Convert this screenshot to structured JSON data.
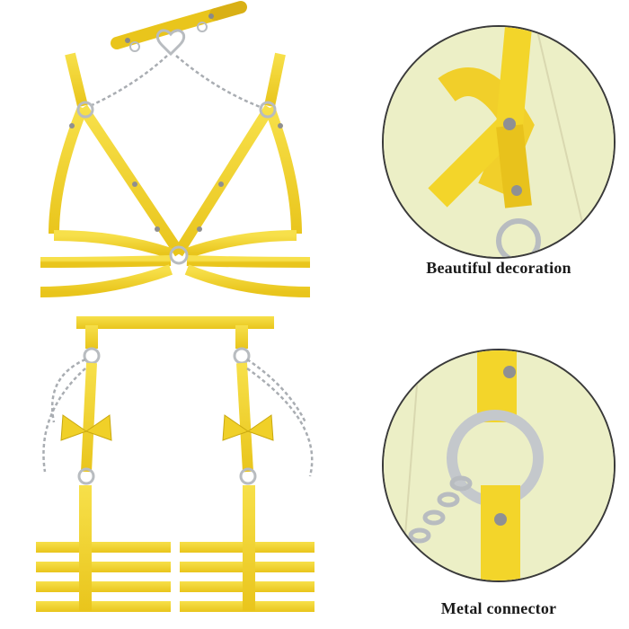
{
  "colors": {
    "strap_yellow": "#f3d52a",
    "strap_edge": "#c9a810",
    "metal": "#bfc3c8",
    "background": "#ffffff",
    "detail_bg": "#ecefc6"
  },
  "callouts": [
    {
      "caption": "Beautiful decoration",
      "icon": "bow-closeup"
    },
    {
      "caption": "Metal connector",
      "icon": "o-ring-closeup"
    }
  ]
}
